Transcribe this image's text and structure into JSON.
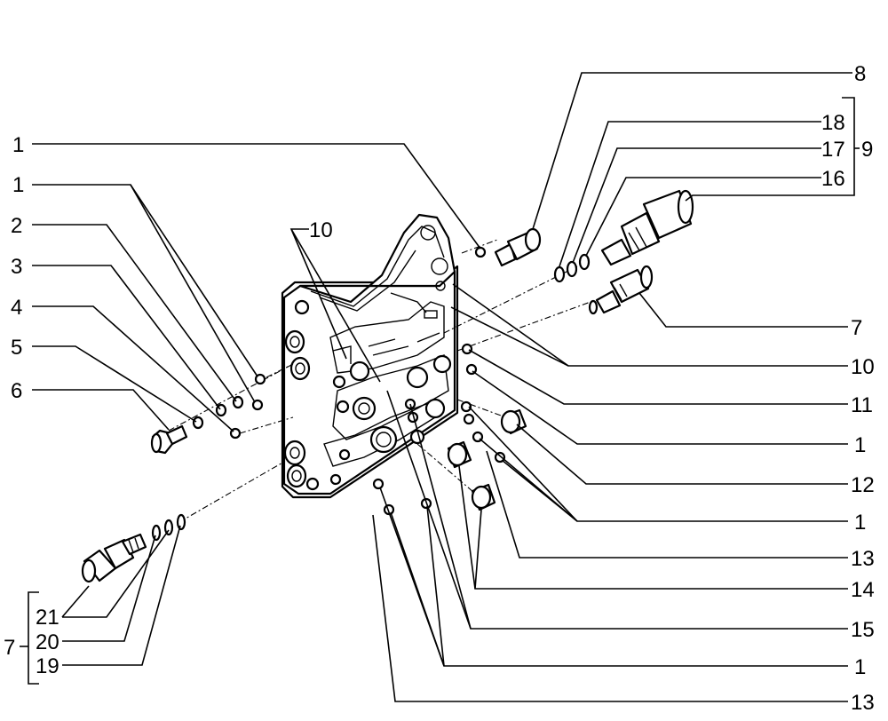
{
  "callouts": {
    "l1a": "1",
    "l1b": "1",
    "l2": "2",
    "l3": "3",
    "l4": "4",
    "l5": "5",
    "l6": "6",
    "l10top": "10",
    "l7l": "7",
    "l21": "21",
    "l20": "20",
    "l19": "19",
    "r8": "8",
    "r18": "18",
    "r17": "17",
    "r9": "9",
    "r16": "16",
    "r7": "7",
    "r10": "10",
    "r11": "11",
    "r1a": "1",
    "r12": "12",
    "r1b": "1",
    "r13a": "13",
    "r14": "14",
    "r15": "15",
    "r1c": "1",
    "r13b": "13"
  }
}
